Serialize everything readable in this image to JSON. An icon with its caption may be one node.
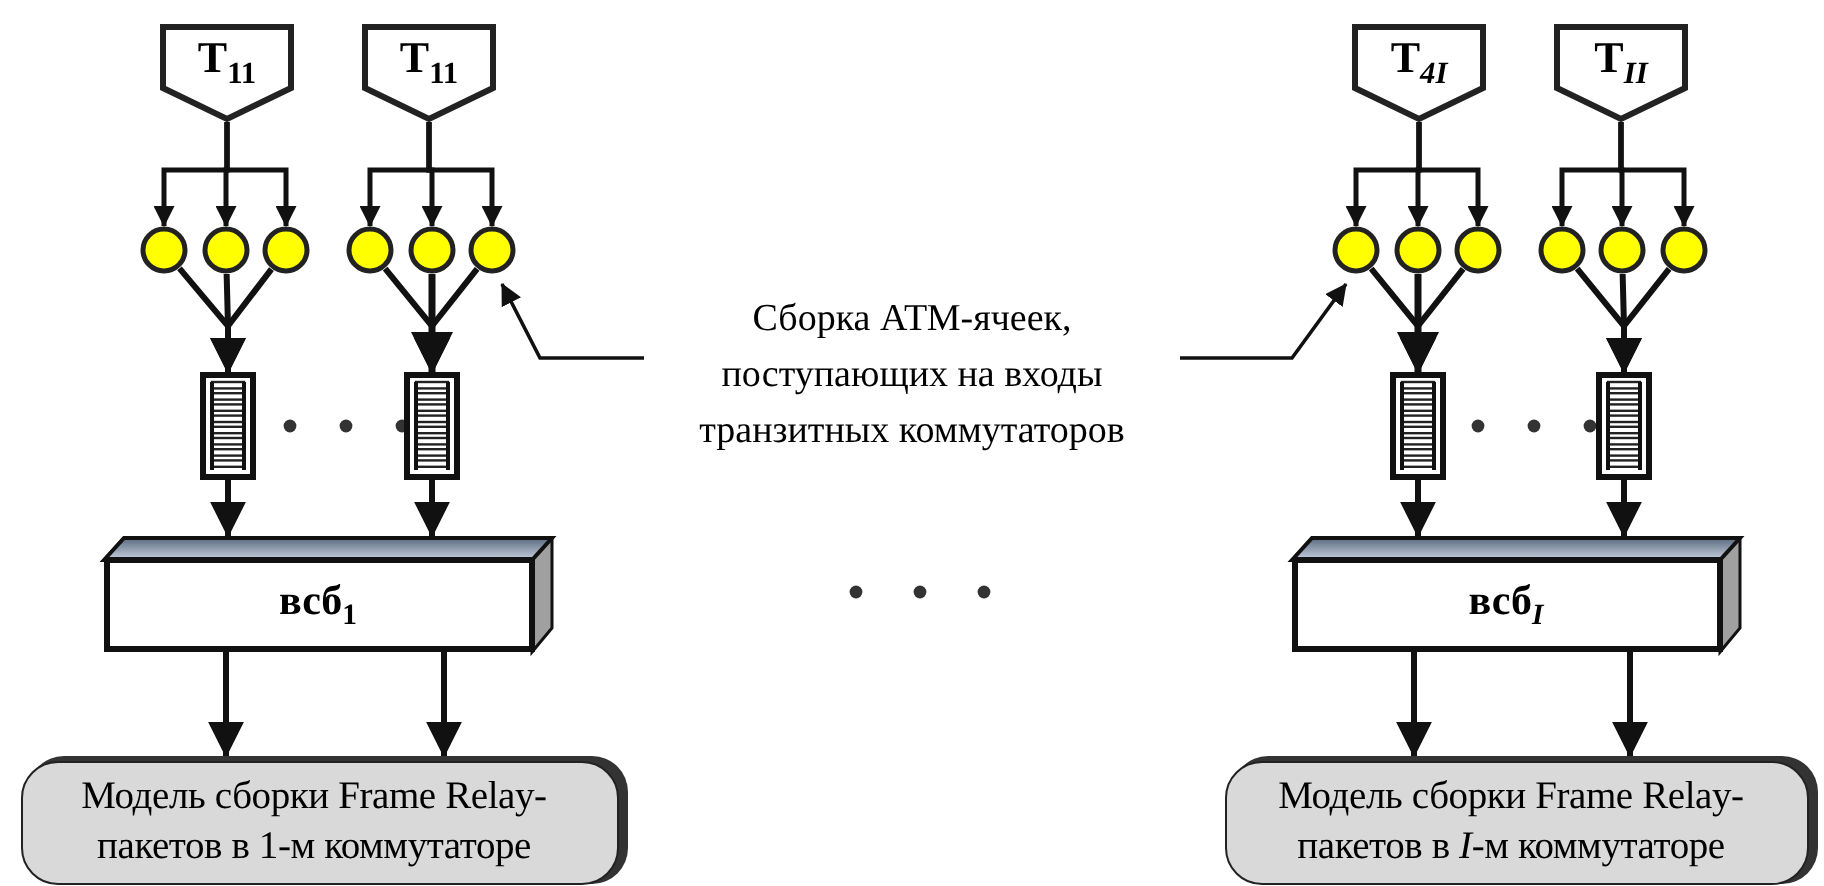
{
  "diagram": {
    "nodes": [
      {
        "text": [
          "T$_{11}$"
        ]
      },
      {
        "text": [
          "T$_{11}$"
        ]
      },
      {
        "text": [
          "T$_{4I}$"
        ]
      },
      {
        "text": [
          "T$_{II}$"
        ]
      },
      {
        "text": [],
        "shape": "circle"
      },
      {
        "text": [],
        "shape": "circle"
      },
      {
        "text": [],
        "shape": "circle"
      },
      {
        "text": [],
        "shape": "circle"
      },
      {
        "text": [],
        "shape": "circle"
      },
      {
        "text": [],
        "shape": "circle"
      },
      {
        "text": [],
        "shape": "circle"
      },
      {
        "text": [],
        "shape": "circle"
      },
      {
        "text": [],
        "shape": "circle"
      },
      {
        "text": [],
        "shape": "circle"
      },
      {
        "text": [],
        "shape": "circle"
      },
      {
        "text": [],
        "shape": "circle"
      },
      {
        "text": [],
        "shape": "box"
      },
      {
        "text": [],
        "shape": "box"
      },
      {
        "text": [],
        "shape": "box"
      },
      {
        "text": [],
        "shape": "box"
      },
      {
        "text": [
          "всб$_{1}$"
        ]
      },
      {
        "text": [
          "всб$_{I}$"
        ]
      },
      {
        "text": [
          "Модель сборки Frame Relay-пакетов в 1-м коммутаторе"
        ]
      },
      {
        "text": [
          "Модель сборки Frame Relay-пакетов в *I*-м коммутаторе"
        ]
      },
      {
        "text": [
          "Сборка АТМ-ячеек, поступающих на входы транзитных коммутаторов"
        ]
      }
    ],
    "edges": [
      {
        "from": 0,
        "to": 4,
        "arrow": "to"
      },
      {
        "from": 0,
        "to": 5,
        "arrow": "to"
      },
      {
        "from": 0,
        "to": 6,
        "arrow": "to"
      },
      {
        "from": 1,
        "to": 7,
        "arrow": "to"
      },
      {
        "from": 1,
        "to": 8,
        "arrow": "to"
      },
      {
        "from": 1,
        "to": 9,
        "arrow": "to"
      },
      {
        "from": 2,
        "to": 10,
        "arrow": "to"
      },
      {
        "from": 2,
        "to": 11,
        "arrow": "to"
      },
      {
        "from": 2,
        "to": 12,
        "arrow": "to"
      },
      {
        "from": 3,
        "to": 13,
        "arrow": "to"
      },
      {
        "from": 3,
        "to": 14,
        "arrow": "to"
      },
      {
        "from": 3,
        "to": 15,
        "arrow": "to"
      },
      {
        "from": 4,
        "to": 16,
        "arrow": "to"
      },
      {
        "from": 5,
        "to": 16,
        "arrow": "to"
      },
      {
        "from": 6,
        "to": 16,
        "arrow": "to"
      },
      {
        "from": 7,
        "to": 17,
        "arrow": "to"
      },
      {
        "from": 8,
        "to": 17,
        "arrow": "to"
      },
      {
        "from": 9,
        "to": 17,
        "arrow": "to"
      },
      {
        "from": 10,
        "to": 18,
        "arrow": "to"
      },
      {
        "from": 11,
        "to": 18,
        "arrow": "to"
      },
      {
        "from": 12,
        "to": 18,
        "arrow": "to"
      },
      {
        "from": 13,
        "to": 19,
        "arrow": "to"
      },
      {
        "from": 14,
        "to": 19,
        "arrow": "to"
      },
      {
        "from": 15,
        "to": 19,
        "arrow": "to"
      },
      {
        "from": 16,
        "to": 20,
        "arrow": "to"
      },
      {
        "from": 17,
        "to": 20,
        "arrow": "to"
      },
      {
        "from": 18,
        "to": 21,
        "arrow": "to"
      },
      {
        "from": 19,
        "to": 21,
        "arrow": "to"
      },
      {
        "from": 20,
        "to": 22,
        "arrow": "to"
      },
      {
        "from": 20,
        "to": 22,
        "arrow": "to"
      },
      {
        "from": 21,
        "to": 23,
        "arrow": "to"
      },
      {
        "from": 21,
        "to": 23,
        "arrow": "to"
      },
      {
        "from": 24,
        "to": 9,
        "arrow": "to"
      },
      {
        "from": 24,
        "to": 10,
        "arrow": "to"
      }
    ]
  }
}
